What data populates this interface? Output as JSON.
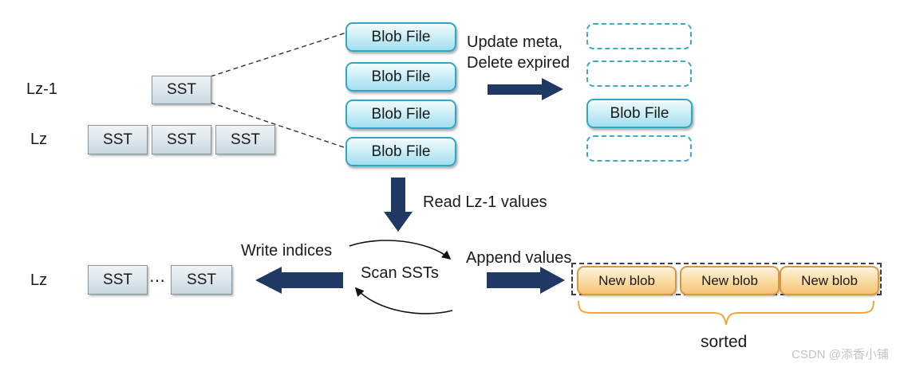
{
  "top_section": {
    "level_label_upper": "Lz-1",
    "level_label_lower": "Lz",
    "upper_sst": "SST",
    "lower_ssts": [
      "SST",
      "SST",
      "SST"
    ],
    "blob_files": [
      "Blob File",
      "Blob File",
      "Blob File",
      "Blob File"
    ],
    "update_label_line1": "Update meta,",
    "update_label_line2": "Delete expired",
    "result_blob_file": "Blob File"
  },
  "middle": {
    "read_arrow_label": "Read Lz-1 values"
  },
  "bottom_section": {
    "level_label": "Lz",
    "ssts": [
      "SST",
      "SST"
    ],
    "ellipsis": "⋯",
    "write_label": "Write indices",
    "scan_label": "Scan SSTs",
    "append_label": "Append values",
    "new_blobs": [
      "New blob",
      "New blob",
      "New blob"
    ],
    "brace_label": "sorted"
  },
  "watermark": "CSDN @添香小铺",
  "colors": {
    "arrow_navy": "#1f3864",
    "blob_border_teal": "#2fa8c6",
    "blob_fill_cyan": "#a3dff0",
    "sst_border_gray": "#85969f",
    "sst_fill": "#cfdbe3",
    "newblob_border_orange": "#d9973f",
    "newblob_fill": "#f6c377",
    "brace_orange": "#f3a43c",
    "dashed_slot_teal": "#3aabc0",
    "dashed_container_gray": "#3f3f3f",
    "watermark_gray": "#c4c4c4"
  }
}
